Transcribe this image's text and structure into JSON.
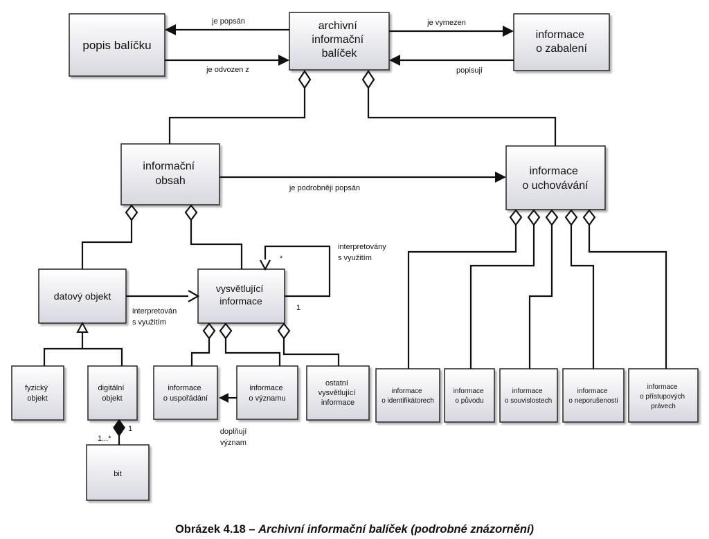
{
  "boxes": {
    "popis_balicku": [
      "popis balíčku"
    ],
    "archivni_balicek": [
      "archivní",
      "informační",
      "balíček"
    ],
    "info_zabaleni": [
      "informace",
      "o zabalení"
    ],
    "info_obsah": [
      "informační",
      "obsah"
    ],
    "info_uchovavani": [
      "informace",
      "o uchovávání"
    ],
    "datovy_objekt": [
      "datový objekt"
    ],
    "vysvetlujici": [
      "vysvětlující",
      "informace"
    ],
    "fyzicky": [
      "fyzický",
      "objekt"
    ],
    "digitalni": [
      "digitální",
      "objekt"
    ],
    "bit": [
      "bit"
    ],
    "usporadani": [
      "informace",
      "o uspořádání"
    ],
    "vyznamu": [
      "informace",
      "o významu"
    ],
    "ostatni": [
      "ostatní",
      "vysvětlující",
      "informace"
    ],
    "identifikatorech": [
      "informace",
      "o identifikátorech"
    ],
    "puvodu": [
      "informace",
      "o původu"
    ],
    "souvislostech": [
      "informace",
      "o souvislostech"
    ],
    "neporusenosti": [
      "informace",
      "o neporušenosti"
    ],
    "pristupovych": [
      "informace",
      "o přístupových",
      "právech"
    ]
  },
  "labels": {
    "je_popsan": "je popsán",
    "je_odvozen": "je odvozen z",
    "je_vymezen": "je vymezen",
    "popisuji": "popisují",
    "podrobneji": "je podrobněji popsán",
    "interpretovany_1": "interpretovány",
    "interpretovany_2": "s využitím",
    "star": "*",
    "one_self": "1",
    "interpretovan_1": "interpretován",
    "interpretovan_2": "s využitím",
    "one_bit": "1",
    "many_bit": "1...*",
    "doplnuji_1": "doplňují",
    "doplnuji_2": "význam"
  },
  "caption": {
    "prefix": "Obrázek 4.18 – ",
    "title": "Archivní informační balíček (podrobné znázornění)"
  }
}
